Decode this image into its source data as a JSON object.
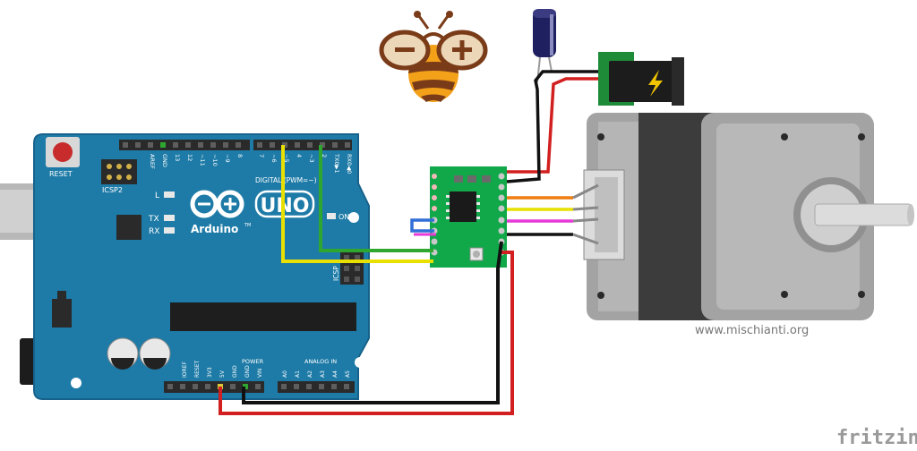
{
  "colors": {
    "board": "#1e7ba7",
    "board_edge": "#17628a",
    "driver_pcb": "#11a84a",
    "motor_body": "#a3a3a3",
    "motor_dark": "#3c3c3c",
    "wire_red": "#d21f1f",
    "wire_black": "#111111",
    "wire_yellow": "#e8e000",
    "wire_green": "#2fa630",
    "wire_orange": "#f07d10",
    "wire_magenta": "#e63ad8",
    "wire_blue": "#2f6fd6"
  },
  "arduino": {
    "reset": "RESET",
    "icsp2": "ICSP2",
    "icsp": "ICSP",
    "led_l": "L",
    "led_tx": "TX",
    "led_rx": "RX",
    "on": "ON",
    "aref": "AREF",
    "gnd": "GND",
    "digital_pins": [
      "13",
      "12",
      "~11",
      "~10",
      "~9",
      "8",
      "7",
      "~6",
      "~5",
      "4",
      "~3",
      "2"
    ],
    "tx": "TX0▶1",
    "rx": "RX0◀0",
    "digital": "DIGITAL (PWM=~)",
    "uno": "UNO",
    "brand": "Arduino",
    "tm": "TM",
    "power": "POWER",
    "analog_in": "ANALOG IN",
    "power_pins": [
      "IOREF",
      "RESET",
      "3V3",
      "5V",
      "GND",
      "GND",
      "VIN"
    ],
    "analog_pins": [
      "A0",
      "A1",
      "A2",
      "A3",
      "A4",
      "A5"
    ]
  },
  "watermark": "www.mischianti.org",
  "fritzing": "fritzing"
}
